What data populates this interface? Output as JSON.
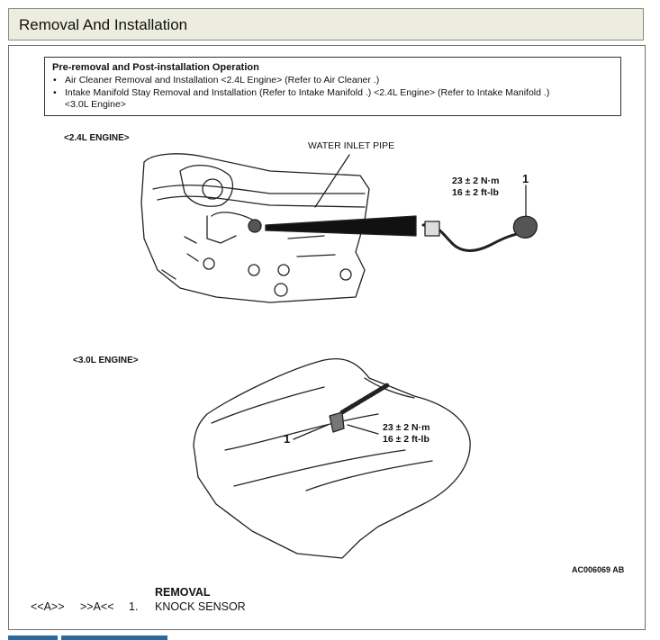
{
  "header": {
    "title": "Removal And Installation"
  },
  "pre_box": {
    "title": "Pre-removal and Post-installation Operation",
    "items": [
      "Air Cleaner Removal and Installation <2.4L Engine> (Refer to Air Cleaner .)",
      "Intake Manifold Stay Removal and Installation (Refer to Intake Manifold .) <2.4L Engine> (Refer to Intake Manifold .)",
      "<3.0L Engine>"
    ]
  },
  "figure": {
    "engine_24_label": "<2.4L ENGINE>",
    "water_inlet_label": "WATER INLET PIPE",
    "torque_24_line1": "23 ± 2 N·m",
    "torque_24_line2": "16 ± 2 ft-lb",
    "callout_24": "1",
    "engine_30_label": "<3.0L ENGINE>",
    "torque_30_line1": "23 ± 2 N·m",
    "torque_30_line2": "16 ± 2 ft-lb",
    "callout_30": "1",
    "figure_id": "AC006069 AB"
  },
  "removal": {
    "title": "REMOVAL",
    "marker1": "<<A>>",
    "marker2": ">>A<<",
    "step_number": "1.",
    "step_label": "KNOCK SENSOR"
  }
}
